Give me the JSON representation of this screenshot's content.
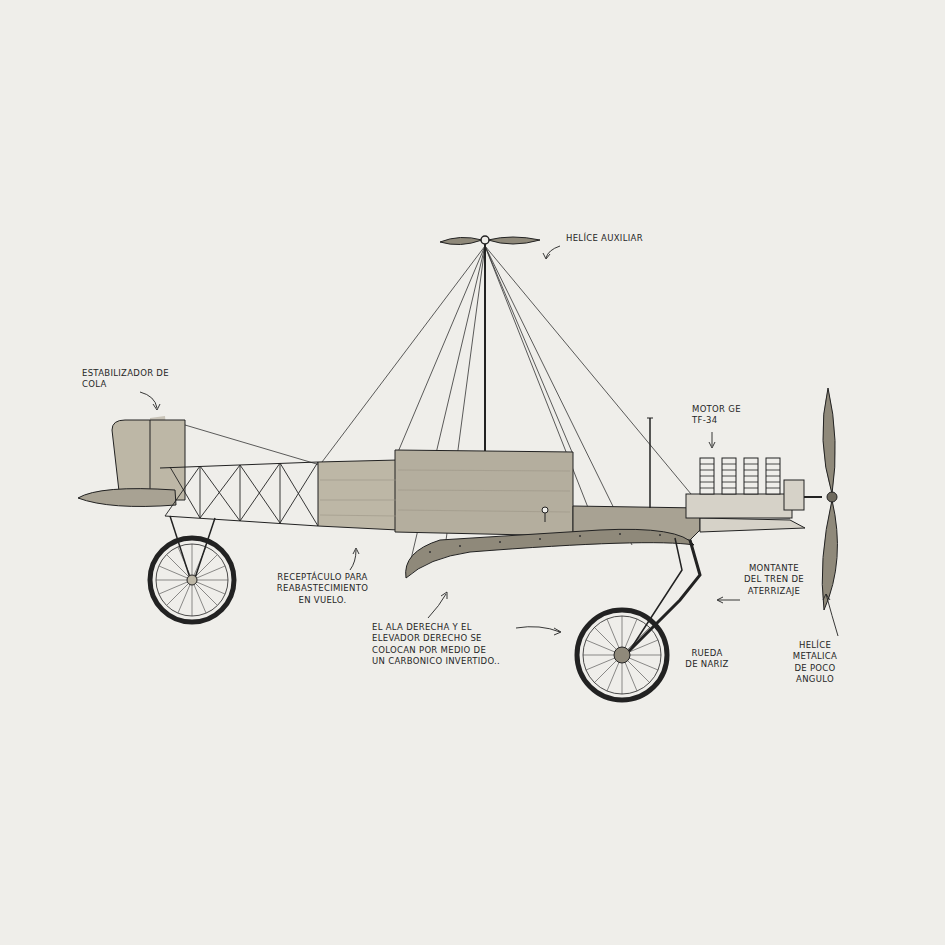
{
  "diagram": {
    "labels": [
      "HELÍCE AUXILIAR",
      "ESTABILIZADOR DE COLA",
      "MOTOR GE TF-34",
      "RECEPTÁCULO PARA REABASTECIMIENTO EN VUELO.",
      "EL ALA DERECHA Y EL ELEVADOR DERECHO SE COLOCAN POR MEDIO DE UN CARBONICO INVERTIDO..",
      "MONTANTE DEL TREN DE ATERRIZAJE",
      "RUEDA DE NARIZ",
      "HELÍCE METALICA DE POCO ANGULO"
    ]
  }
}
